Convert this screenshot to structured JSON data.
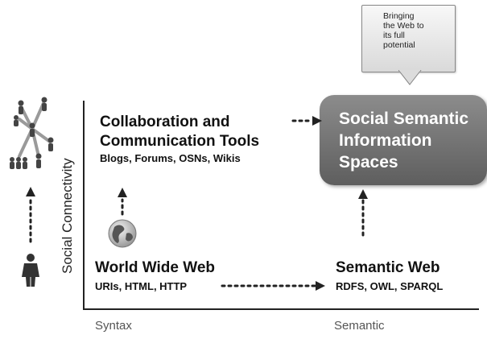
{
  "axes": {
    "y_label": "Social Connectivity",
    "x_left": "Syntax",
    "x_right": "Semantic"
  },
  "callout": {
    "lines": [
      "Bringing",
      "the Web to",
      "its full",
      "potential"
    ]
  },
  "nodes": {
    "collab": {
      "title_lines": [
        "Collaboration and",
        "Communication Tools"
      ],
      "subtitle": "Blogs, Forums, OSNs, Wikis"
    },
    "ssis": {
      "title_lines": [
        "Social Semantic",
        "Information",
        "Spaces"
      ]
    },
    "www": {
      "title": "World Wide Web",
      "subtitle": "URIs, HTML, HTTP"
    },
    "semweb": {
      "title": "Semantic Web",
      "subtitle": "RDFS, OWL, SPARQL"
    }
  },
  "icons": [
    "social-network-icon",
    "person-icon",
    "globe-icon"
  ],
  "colors": {
    "box_fill_top": "#8c8c8c",
    "box_fill_bottom": "#5e5e5e",
    "text_dark": "#111111",
    "arrow": "#222222"
  }
}
